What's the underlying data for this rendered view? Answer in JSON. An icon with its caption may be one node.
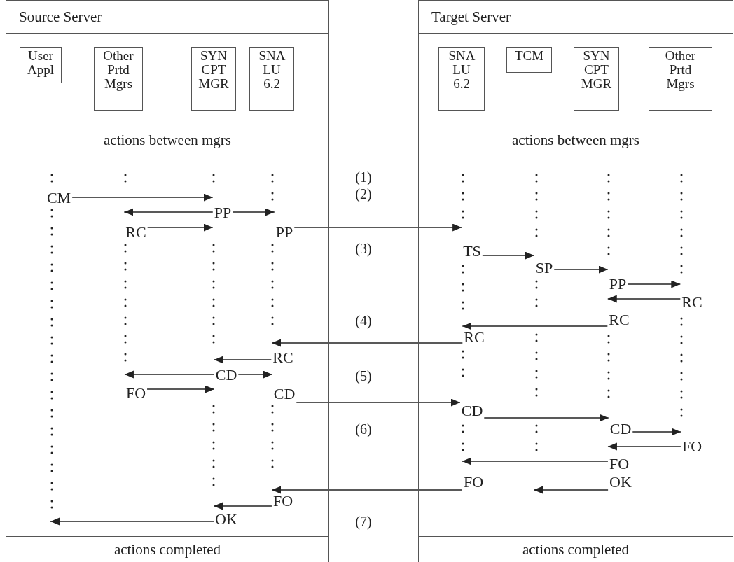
{
  "diagram": {
    "nodes": [
      {
        "text": [
          "Source Server",
          "actions between mgrs",
          "actions completed"
        ]
      },
      {
        "text": [
          "User Appl"
        ],
        "in": 0
      },
      {
        "text": [
          "Other Prtd Mgrs"
        ],
        "in": 0
      },
      {
        "text": [
          "SYN CPT MGR"
        ],
        "in": 0
      },
      {
        "text": [
          "SNA LU 6.2"
        ],
        "in": 0
      },
      {
        "text": [
          "Target Server",
          "actions between mgrs",
          "actions completed"
        ]
      },
      {
        "text": [
          "SNA LU 6.2"
        ],
        "in": 5
      },
      {
        "text": [
          "TCM"
        ],
        "in": 5
      },
      {
        "text": [
          "SYN CPT MGR"
        ],
        "in": 5
      },
      {
        "text": [
          "Other Prtd Mgrs"
        ],
        "in": 5
      },
      {
        "text": [
          "CM"
        ],
        "in": 0
      },
      {
        "text": [
          "PP"
        ],
        "in": 0
      },
      {
        "text": [
          "RC"
        ],
        "in": 0
      },
      {
        "text": [
          "PP"
        ],
        "in": 0
      },
      {
        "text": [
          "TS"
        ],
        "in": 5
      },
      {
        "text": [
          "SP"
        ],
        "in": 5
      },
      {
        "text": [
          "PP"
        ],
        "in": 5
      },
      {
        "text": [
          "RC"
        ],
        "in": 5
      },
      {
        "text": [
          "RC"
        ],
        "in": 5
      },
      {
        "text": [
          "RC"
        ],
        "in": 5
      },
      {
        "text": [
          "RC"
        ],
        "in": 0
      },
      {
        "text": [
          "CD"
        ],
        "in": 0
      },
      {
        "text": [
          "FO"
        ],
        "in": 0
      },
      {
        "text": [
          "CD"
        ],
        "in": 0
      },
      {
        "text": [
          "CD"
        ],
        "in": 5
      },
      {
        "text": [
          "CD"
        ],
        "in": 5
      },
      {
        "text": [
          "FO"
        ],
        "in": 5
      },
      {
        "text": [
          "FO"
        ],
        "in": 5
      },
      {
        "text": [
          "FO"
        ],
        "in": 5
      },
      {
        "text": [
          "OK"
        ],
        "in": 5
      },
      {
        "text": [
          "FO"
        ],
        "in": 0
      },
      {
        "text": [
          "OK"
        ],
        "in": 0
      }
    ],
    "edges": [
      {
        "from": 10,
        "to": 11,
        "arrow": "to"
      },
      {
        "from": 11,
        "to": 12,
        "arrow": "to"
      },
      {
        "from": 11,
        "to": 13,
        "arrow": "to"
      },
      {
        "from": 12,
        "to": 11,
        "arrow": "to"
      },
      {
        "from": 13,
        "to": 14,
        "arrow": "to"
      },
      {
        "from": 14,
        "to": 15,
        "arrow": "to"
      },
      {
        "from": 15,
        "to": 16,
        "arrow": "to"
      },
      {
        "from": 16,
        "to": 17,
        "arrow": "to"
      },
      {
        "from": 17,
        "to": 16,
        "arrow": "to"
      },
      {
        "from": 18,
        "to": 19,
        "arrow": "to"
      },
      {
        "from": 19,
        "to": 20,
        "arrow": "to"
      },
      {
        "from": 20,
        "to": 21,
        "arrow": "to"
      },
      {
        "from": 21,
        "to": 22,
        "arrow": "to"
      },
      {
        "from": 21,
        "to": 23,
        "arrow": "to"
      },
      {
        "from": 22,
        "to": 21,
        "arrow": "to"
      },
      {
        "from": 23,
        "to": 24,
        "arrow": "to"
      },
      {
        "from": 24,
        "to": 25,
        "arrow": "to"
      },
      {
        "from": 25,
        "to": 26,
        "arrow": "to"
      },
      {
        "from": 26,
        "to": 27,
        "arrow": "to"
      },
      {
        "from": 27,
        "to": 28,
        "arrow": "to"
      },
      {
        "from": 28,
        "to": 30,
        "arrow": "to"
      },
      {
        "from": 29,
        "to": null,
        "arrow": "to"
      },
      {
        "from": 30,
        "to": 31,
        "arrow": "to"
      },
      {
        "from": 31,
        "to": null,
        "arrow": "to"
      }
    ],
    "labels": [
      "(1)",
      "(2)",
      "(3)",
      "(4)",
      "(5)",
      "(6)",
      "(7)"
    ]
  }
}
